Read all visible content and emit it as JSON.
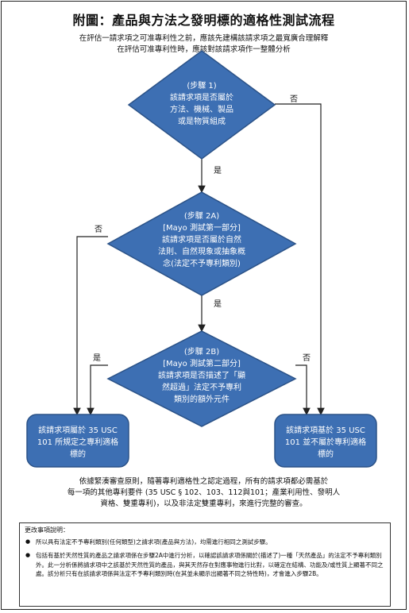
{
  "title": "附圖：產品與方法之發明標的適格性測試流程",
  "intro": [
    "在評估一請求項之可准專利性之前，應該先建構該請求項之最寬廣合理解釋",
    "在評估可准專利性時，應該對該請求項作一整體分析"
  ],
  "step1": [
    "(步驟 1)",
    "該請求項是否屬於",
    "方法、機械、製品",
    "或是物質組成"
  ],
  "step2a": [
    "(步驟 2A)",
    "[Mayo 測試第一部分]",
    "該請求項是否屬於自然",
    "法則、自然現象或抽象概",
    "念(法定不予專利類別)"
  ],
  "step2b": [
    "(步驟 2B)",
    "[Mayo 測試第二部分]",
    "該請求項是否描述了「顯",
    "然超過」法定不予專利",
    "類別的額外元件"
  ],
  "labels": {
    "yes": "是",
    "no": "否"
  },
  "outcome_eligible": [
    "該請求項屬於 35 USC",
    "101 所規定之專利適格",
    "標的"
  ],
  "outcome_ineligible": [
    "該請求項基於 35 USC",
    "101 並不屬於專利適格",
    "標的"
  ],
  "conclusion": [
    "依據緊湊審查原則，隨著專利適格性之認定過程，所有的請求項都必需基於",
    "每一項的其他專利要件 (35 USC § 102、103、112與101；產業利用性、發明人",
    "資格、雙重專利)，以及非法定雙重專利，來進行完整的審查。"
  ],
  "notes": {
    "heading": "更改事項說明：",
    "items": [
      "所以具有法定不予專利類別(任何類型)之請求項(產品與方法)，均需進行相同之測試步驟。",
      "包括有基於天然性質的產品之請求項係在步驟2A中進行分析，以確認該請求項係關於(描述了)一種「天然產品」的法定不予專利類別外。此一分析係將請求項中之該基於天然性質的產品，與其天然存在對應事物進行比對，以確定在結構、功能及/或性質上顯著不同之處。該分析只有在該請求項係與法定不予專利類別時(在其並未顯示出顯著不同之特性時)，才會進入步驟2B。"
    ]
  },
  "colors": {
    "fill": "#3d6fb3",
    "stroke": "#2b5287",
    "line": "#222222"
  }
}
